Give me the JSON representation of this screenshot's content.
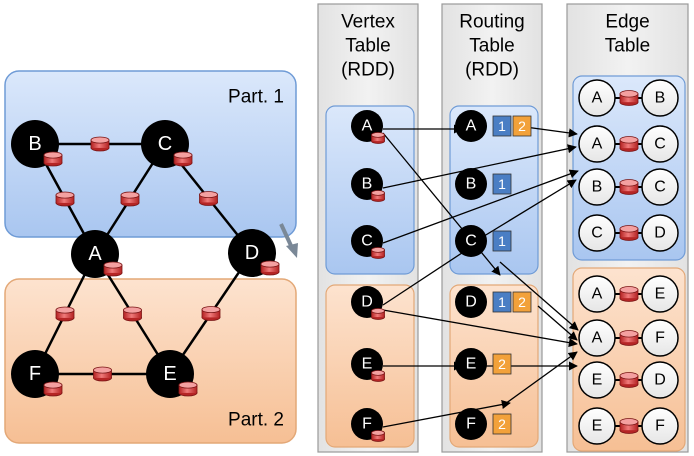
{
  "colors": {
    "part1_fill_top": "#dbe8fb",
    "part1_fill_bottom": "#a9c6f0",
    "part1_stroke": "#6f9bd6",
    "part2_fill_top": "#fde3cf",
    "part2_fill_bottom": "#f6bf94",
    "part2_stroke": "#e3a877",
    "column_fill": "#ececec",
    "column_stroke": "#9a9a9a",
    "vertex_black": "#000000",
    "cylinder_red": "#d23a3a",
    "badge_blue": "#4a7ec4",
    "badge_orange": "#f2a13a",
    "arrow": "#000000"
  },
  "graph": {
    "part1_label": "Part. 1",
    "part2_label": "Part. 2",
    "vertices": [
      "A",
      "B",
      "C",
      "D",
      "E",
      "F"
    ],
    "edges": [
      [
        "A",
        "B"
      ],
      [
        "A",
        "C"
      ],
      [
        "B",
        "C"
      ],
      [
        "C",
        "D"
      ],
      [
        "A",
        "E"
      ],
      [
        "A",
        "F"
      ],
      [
        "E",
        "D"
      ],
      [
        "E",
        "F"
      ]
    ]
  },
  "vertex_table": {
    "title_lines": [
      "Vertex",
      "Table",
      "(RDD)"
    ],
    "part1": [
      "A",
      "B",
      "C"
    ],
    "part2": [
      "D",
      "E",
      "F"
    ]
  },
  "routing_table": {
    "title_lines": [
      "Routing",
      "Table",
      "(RDD)"
    ],
    "part1": [
      {
        "vertex": "A",
        "parts": [
          "1",
          "2"
        ]
      },
      {
        "vertex": "B",
        "parts": [
          "1"
        ]
      },
      {
        "vertex": "C",
        "parts": [
          "1"
        ]
      }
    ],
    "part2": [
      {
        "vertex": "D",
        "parts": [
          "1",
          "2"
        ]
      },
      {
        "vertex": "E",
        "parts": [
          "2"
        ]
      },
      {
        "vertex": "F",
        "parts": [
          "2"
        ]
      }
    ]
  },
  "edge_table": {
    "title_lines": [
      "Edge",
      "Table"
    ],
    "part1": [
      [
        "A",
        "B"
      ],
      [
        "A",
        "C"
      ],
      [
        "B",
        "C"
      ],
      [
        "C",
        "D"
      ]
    ],
    "part2": [
      [
        "A",
        "E"
      ],
      [
        "A",
        "F"
      ],
      [
        "E",
        "D"
      ],
      [
        "E",
        "F"
      ]
    ]
  }
}
